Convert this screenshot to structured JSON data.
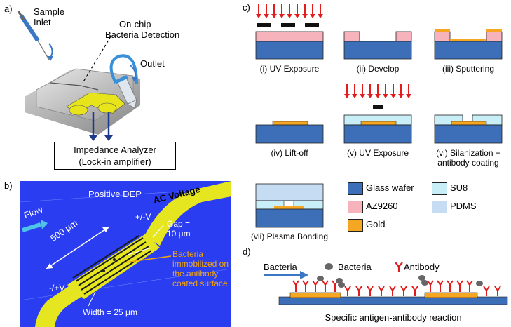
{
  "panel_a": {
    "label": "a)",
    "sample_inlet": [
      "Sample",
      "Inlet"
    ],
    "detection": [
      "On-chip",
      "Bacteria Detection"
    ],
    "outlet": "Outlet",
    "analyzer": [
      "Impedance Analyzer",
      "(Lock-in amplifier)"
    ]
  },
  "panel_b": {
    "label": "b)",
    "positive_dep": "Positive DEP",
    "ac_voltage": "AC Voltage",
    "flow": "Flow",
    "length": "500 μm",
    "plus_minus": "+/-V",
    "minus_plus": "-/+V",
    "gap": [
      "Gap =",
      "10 μm"
    ],
    "bacteria": [
      "Bacteria",
      "immobilized on",
      "the antibody",
      "coated surface"
    ],
    "width": "Width = 25 μm",
    "colors": {
      "background": "#2a3df0",
      "electrode": "#e6e620",
      "bacteria_text": "#f2a50c"
    }
  },
  "panel_c": {
    "label": "c)",
    "steps": [
      "(i) UV Exposure",
      "(ii) Develop",
      "(iii) Sputtering",
      "(iv) Lift-off",
      "(v) UV Exposure",
      "(vi) Silanization +",
      "antibody coating",
      "(vii) Plasma Bonding"
    ],
    "legend": [
      {
        "label": "Glass wafer",
        "color": "#3d6fb8"
      },
      {
        "label": "SU8",
        "color": "#c8eef7"
      },
      {
        "label": "AZ9260",
        "color": "#f6b3bb"
      },
      {
        "label": "PDMS",
        "color": "#c6dcf3"
      },
      {
        "label": "Gold",
        "color": "#f5a623"
      }
    ]
  },
  "panel_d": {
    "label": "d)",
    "bacteria_arrow": "Bacteria",
    "legend_bacteria": "Bacteria",
    "legend_antibody": "Antibody",
    "caption": "Specific antigen-antibody reaction"
  }
}
